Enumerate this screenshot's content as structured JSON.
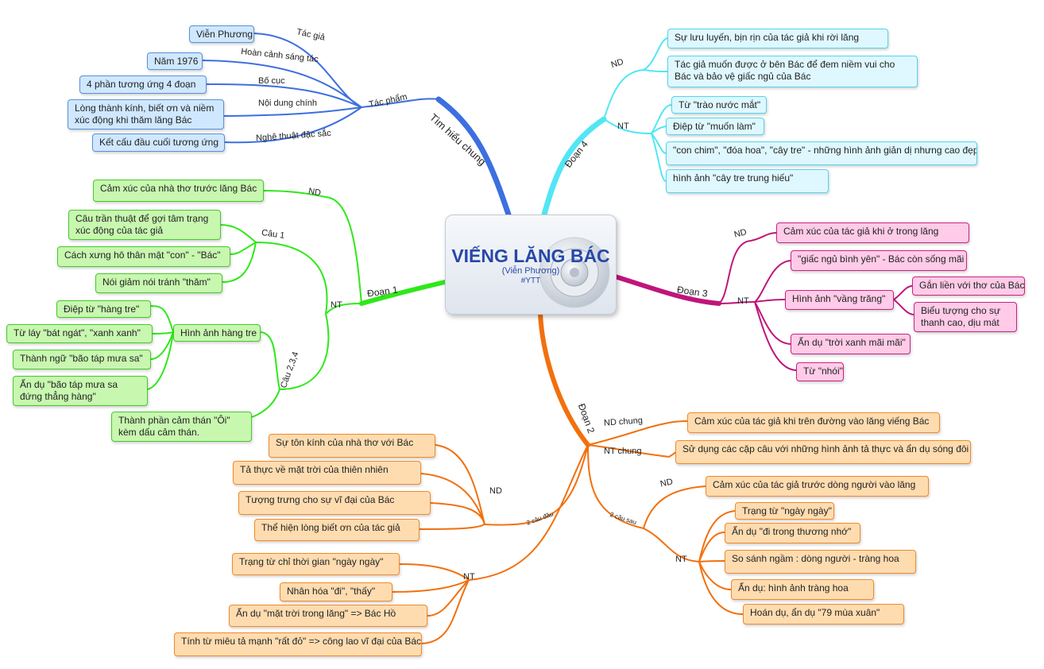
{
  "center": {
    "title": "VIẾNG LĂNG BÁC",
    "subtitle": "(Viễn Phương)",
    "tag": "#YTT"
  },
  "colors": {
    "blue": "#3d6fe0",
    "cyan": "#52e6f5",
    "green": "#2fe81a",
    "pink": "#c0157a",
    "orange": "#f2700e"
  },
  "t": {
    "name": "Tìm hiểu chung",
    "l_tacgia": "Tác giả",
    "n_tacgia": "Viễn Phương",
    "l_tacpham": "Tác phẩm",
    "l_hoancanh": "Hoàn cảnh sáng tác",
    "n_nam": "Năm 1976",
    "l_bocuc": "Bố cục",
    "n_bocuc": "4 phần tương ứng 4 đoạn",
    "l_noidung": "Nội dung chính",
    "n_noidung": "Lòng thành kính, biết ơn và niềm xúc động khi thăm lăng Bác",
    "l_nghethuat": "Nghệ thuật đặc sắc",
    "n_nghethuat": "Kết cấu đầu cuối tương ứng"
  },
  "d4": {
    "name": "Đoạn 4",
    "nd": "ND",
    "nd1": "Sự lưu luyến, bịn rịn của tác giả khi rời lăng",
    "nd2": "Tác giả muốn được ở bên Bác để đem niềm vui cho Bác và bảo vệ giấc ngủ của Bác",
    "nt": "NT",
    "nt1": "Từ \"trào nước mắt\"",
    "nt2": "Điệp từ \"muốn làm\"",
    "nt3": "\"con chim\", \"đóa hoa\", \"cây tre\" - những hình ảnh giản dị nhưng cao đẹp",
    "nt4": "hình ảnh \"cây tre trung hiếu\""
  },
  "d3": {
    "name": "Đoạn 3",
    "nd": "ND",
    "nd1": "Cảm xúc của tác giả khi ở trong lăng",
    "nt": "NT",
    "nt1": "\"giấc ngủ bình yên\" - Bác còn sống mãi",
    "nt2": "Hình ảnh \"vầng trăng\"",
    "nt2a": "Gắn liền với thơ của Bác",
    "nt2b": "Biểu tượng cho sự thanh cao, dịu mát",
    "nt3": "Ẩn dụ \"trời xanh mãi mãi\"",
    "nt4": "Từ \"nhói\""
  },
  "d1": {
    "name": "Đoạn 1",
    "nd": "ND",
    "nd1": "Cảm xúc của nhà thơ trước lăng Bác",
    "nt": "NT",
    "cau1": "Câu 1",
    "c1a": "Câu trần thuật để gợi tâm trạng xúc động của tác giả",
    "c1b": "Cách xưng hô thân mật \"con\" - \"Bác\"",
    "c1c": "Nói giảm nói tránh \"thăm\"",
    "cau234": "Câu 2,3,4",
    "htre": "Hình ảnh hàng tre",
    "ht1": "Điệp từ \"hàng tre\"",
    "ht2": "Từ láy \"bát ngát\", \"xanh xanh\"",
    "ht3": "Thành ngữ \"bão táp mưa sa\"",
    "ht4": "Ẩn dụ \"bão táp mưa sa đứng thẳng hàng\"",
    "ht5": "Thành phần cảm thán \"Ôi\" kèm dấu cảm thán."
  },
  "d2": {
    "name": "Đoạn 2",
    "ndchung": "ND chung",
    "ndchung1": "Cảm xúc của tác giả khi trên đường vào lăng viếng Bác",
    "ntchung": "NT chung",
    "ntchung1": "Sử dụng các cặp câu với những hình ảnh tả thực và ẩn dụ sóng đôi",
    "causau": "2 câu sau",
    "cs_nd": "ND",
    "cs_nd1": "Cảm xúc của tác giả trước dòng người vào lăng",
    "cs_nt": "NT",
    "cs_nt1": "Trạng từ \"ngày ngày\"",
    "cs_nt2": "Ẩn dụ \"đi trong thương nhớ\"",
    "cs_nt3": "So sánh ngầm : dòng người - tràng hoa",
    "cs_nt4": "Ẩn dụ: hình ảnh tràng hoa",
    "cs_nt5": "Hoán dụ, ẩn dụ \"79 mùa xuân\"",
    "caudau": "2 câu đầu",
    "cd_nd": "ND",
    "cd_nd1": "Sự tôn kính của nhà thơ với Bác",
    "cd_nd2": "Tả thực về mặt trời của thiên nhiên",
    "cd_nd3": "Tượng trưng cho sự vĩ đại của Bác",
    "cd_nd4": "Thể hiện lòng biết ơn của tác giả",
    "cd_nt": "NT",
    "cd_nt1": "Trạng từ chỉ thời gian \"ngày ngày\"",
    "cd_nt2": "Nhân hóa \"đi\", \"thấy\"",
    "cd_nt3": "Ẩn dụ \"mặt trời trong lăng\" => Bác Hồ",
    "cd_nt4": "Tính từ miêu tả mạnh \"rất đỏ\" => công lao vĩ đại của Bác"
  }
}
